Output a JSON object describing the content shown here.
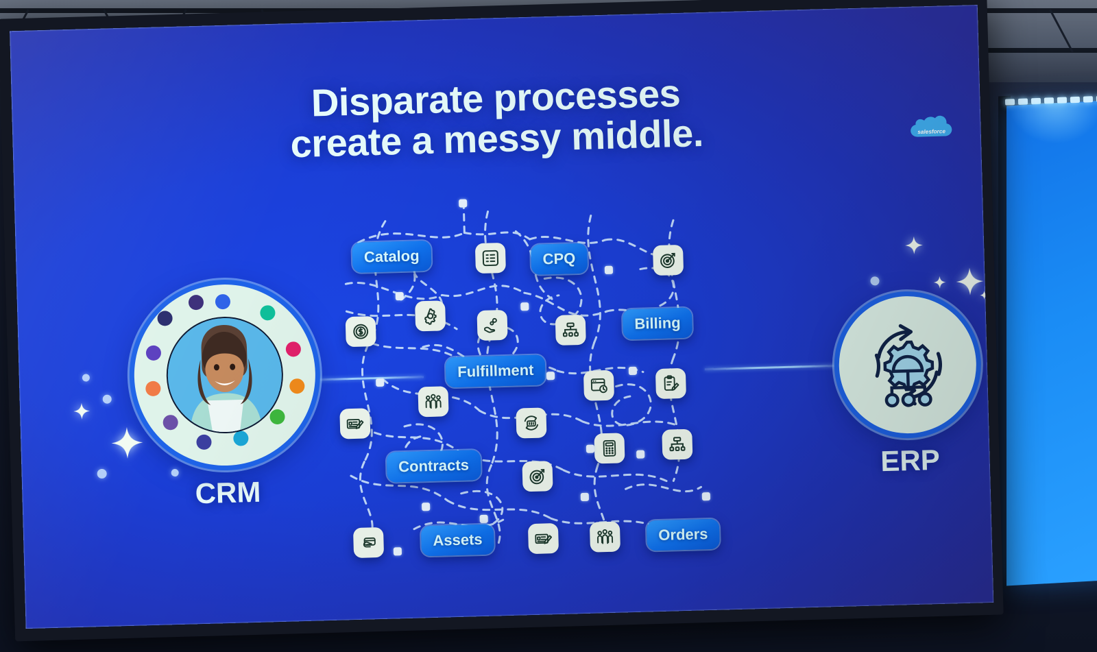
{
  "slide": {
    "title_line1": "Disparate processes",
    "title_line2": "create a messy middle.",
    "brand_logo": "salesforce",
    "brand_logo_text": "salesforce",
    "accent_chip_color": "#0f72ef",
    "screen_background_color": "#1b3fd8",
    "title_color": "#e6fbfb"
  },
  "endpoints": {
    "left": {
      "label": "CRM",
      "icon": "avatar-portrait-icon"
    },
    "right": {
      "label": "ERP",
      "icon": "erp-gear-cycle-icon"
    }
  },
  "middle": {
    "chips": [
      {
        "label": "Catalog"
      },
      {
        "label": "CPQ"
      },
      {
        "label": "Billing"
      },
      {
        "label": "Fulfillment"
      },
      {
        "label": "Contracts"
      },
      {
        "label": "Assets"
      },
      {
        "label": "Orders"
      }
    ],
    "icon_tiles": [
      {
        "icon": "list-checklist-icon"
      },
      {
        "icon": "target-dartboard-icon"
      },
      {
        "icon": "dollar-coin-icon"
      },
      {
        "icon": "gear-settings-icon"
      },
      {
        "icon": "hand-coins-icon"
      },
      {
        "icon": "org-chart-icon"
      },
      {
        "icon": "people-group-icon"
      },
      {
        "icon": "signature-check-icon"
      },
      {
        "icon": "window-clock-icon"
      },
      {
        "icon": "clipboard-edit-icon"
      },
      {
        "icon": "robot-cycle-icon"
      },
      {
        "icon": "calculator-icon"
      },
      {
        "icon": "org-chart-icon"
      },
      {
        "icon": "target-dartboard-icon"
      },
      {
        "icon": "hand-card-icon"
      },
      {
        "icon": "signature-check-icon"
      },
      {
        "icon": "people-group-icon"
      }
    ]
  },
  "avatar_dot_colors": [
    "#2f63e8",
    "#0fbf9a",
    "#e0206a",
    "#ef8a1b",
    "#3eb73e",
    "#1aa6d6",
    "#3b3fa0",
    "#6b4fa8",
    "#f07a45",
    "#5b3fbf",
    "#2a2d6e",
    "#3c2f7a"
  ]
}
